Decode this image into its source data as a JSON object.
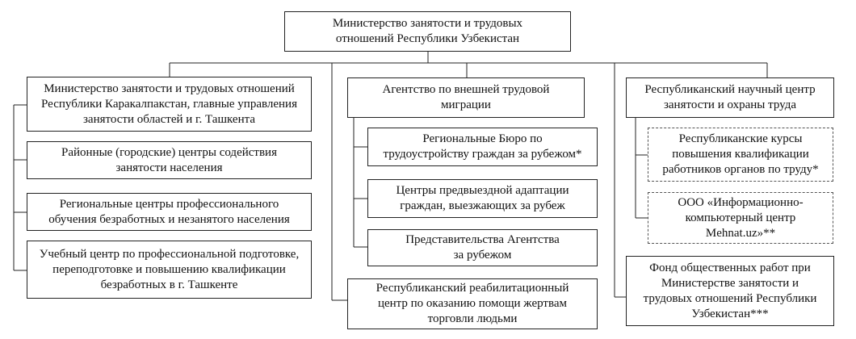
{
  "root": "Министерство занятости и трудовых\nотношений Республики Узбекистан",
  "left_column": [
    "Министерство занятости и трудовых отношений\nРеспублики Каракалпакстан, главные управления\nзанятости областей и г. Ташкента",
    "Районные (городские) центры содействия\nзанятости населения",
    "Региональные центры профессионального\nобучения безработных и незанятого населения",
    "Учебный центр по профессиональной подготовке,\nпереподготовке и повышению квалификации\nбезработных в г. Ташкенте"
  ],
  "middle_column": {
    "head": "Агентство по внешней трудовой\nмиграции",
    "children": [
      "Региональные Бюро по\nтрудоустройству граждан за рубежом*",
      "Центры предвыездной адаптации\nграждан, выезжающих за рубеж",
      "Представительства Агентства\nза рубежом"
    ],
    "bottom": "Республиканский реабилитационный\nцентр по оказанию помощи жертвам\nторговли людьми"
  },
  "right_column": {
    "head": "Республиканский научный центр\nзанятости и охраны труда",
    "children": [
      "Республиканские курсы\nповышения квалификации\nработников органов по труду*",
      "ООО «Информационно-\nкомпьютерный центр\nMehnat.uz»**"
    ],
    "bottom": "Фонд общественных работ при\nМинистерстве занятости и\nтрудовых отношений Республики\nУзбекистан***"
  }
}
